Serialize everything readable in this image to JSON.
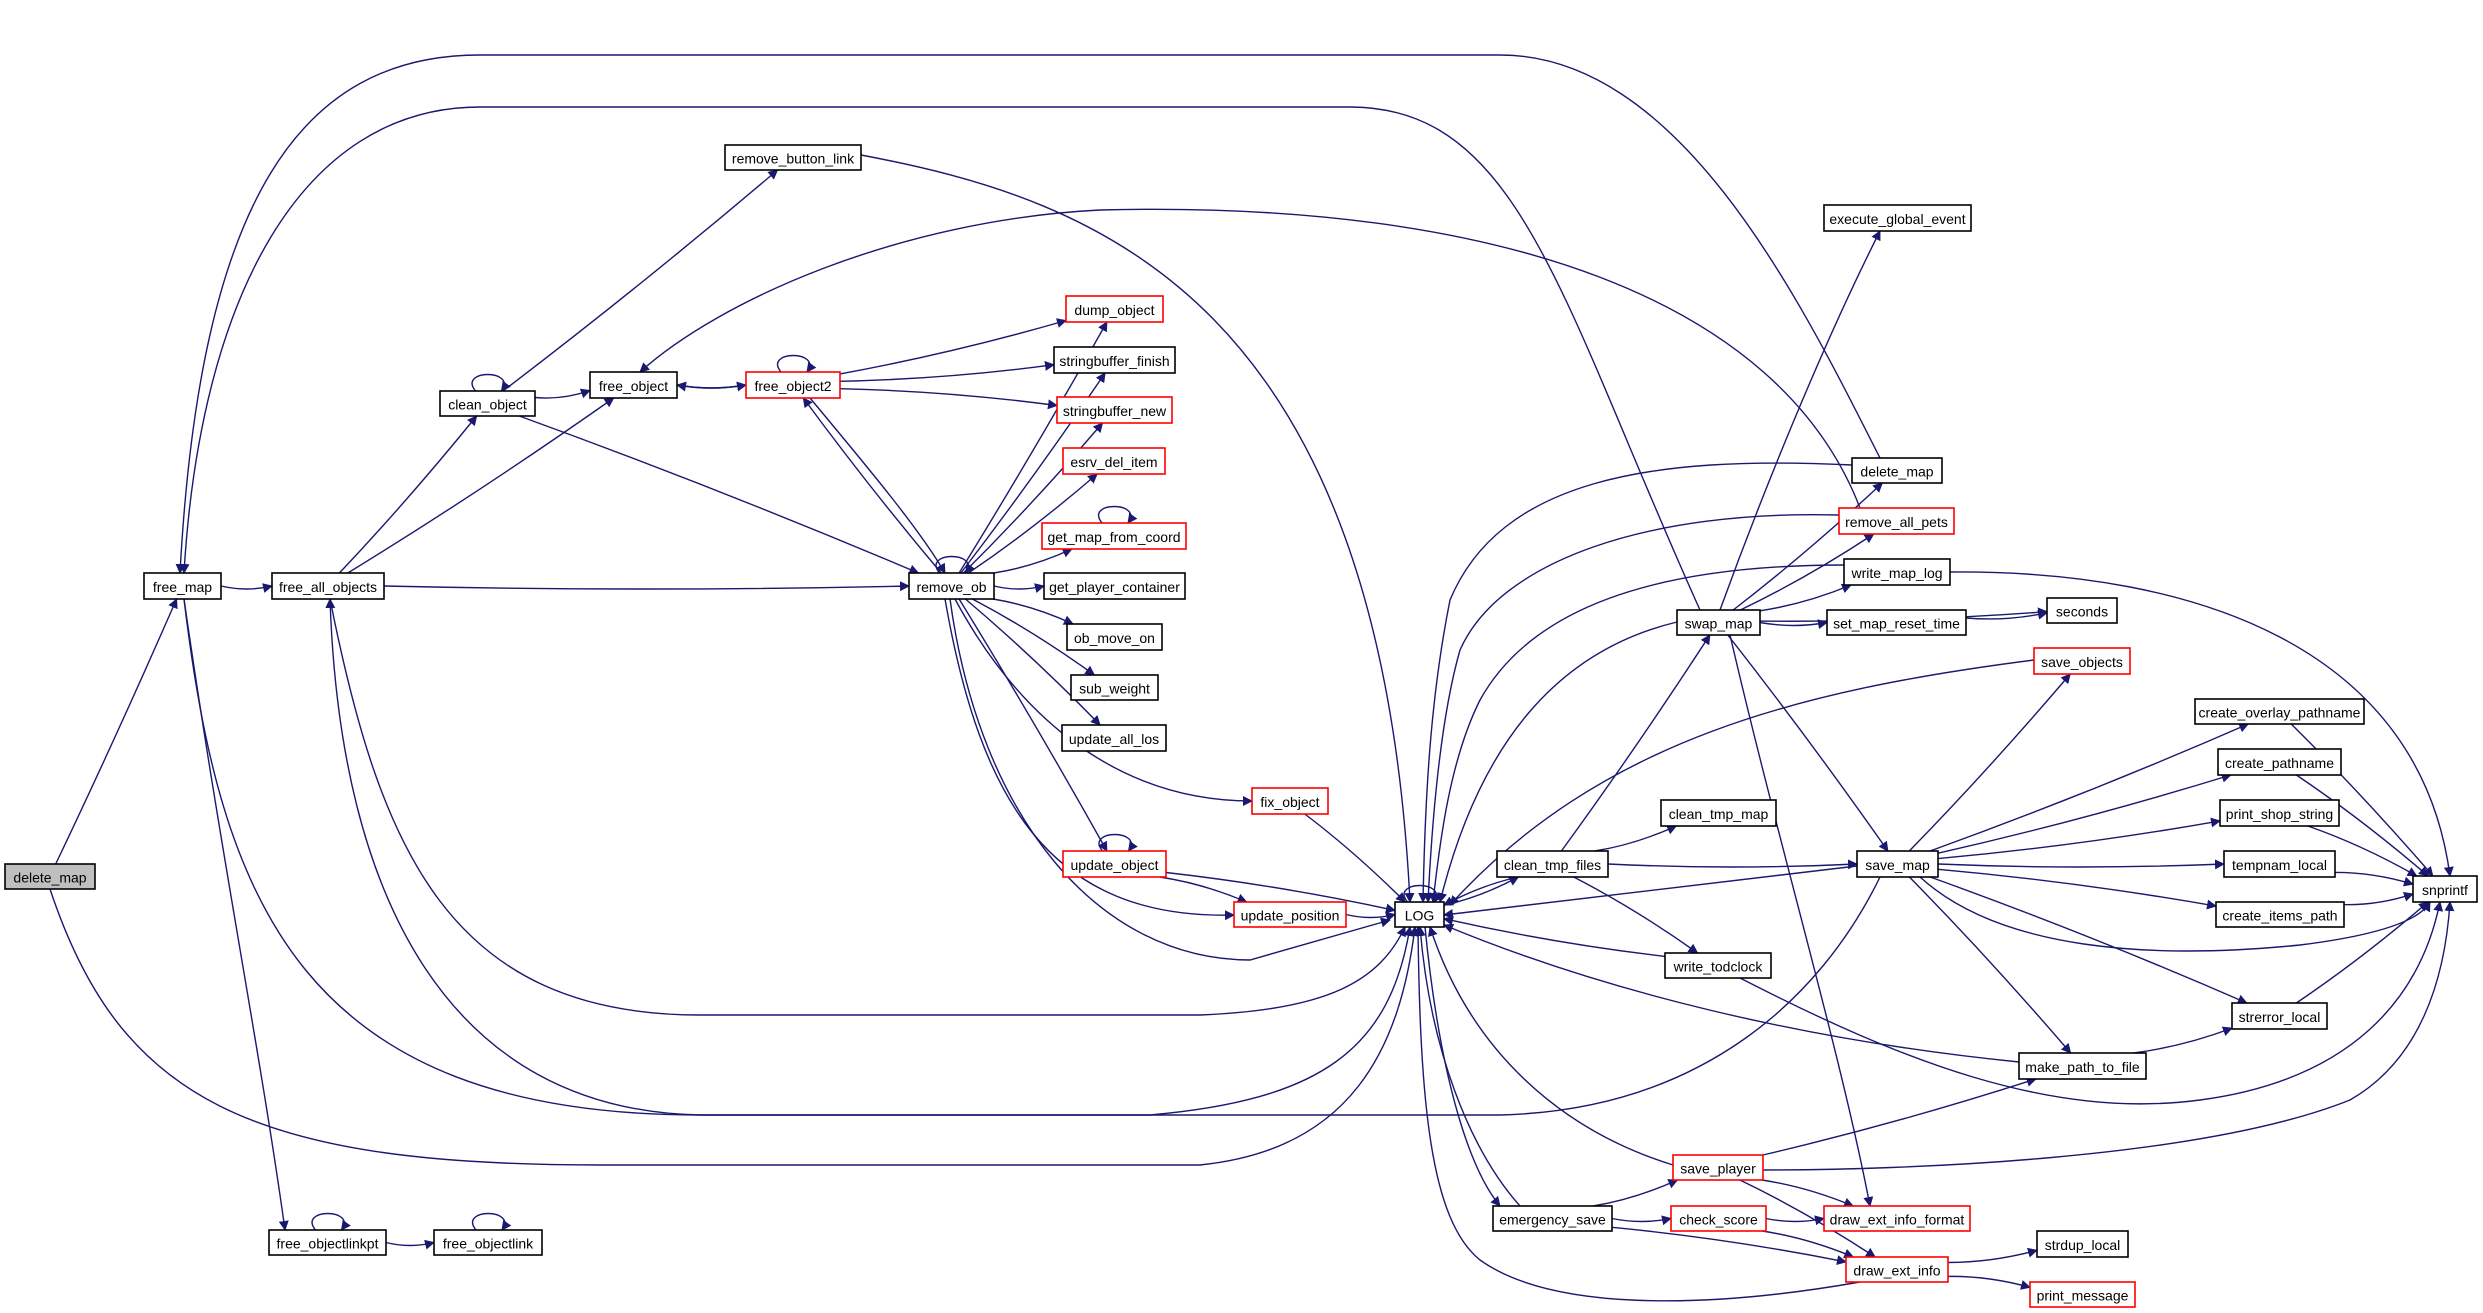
{
  "title": "Call graph: delete_map",
  "colors": {
    "edge": "#191970",
    "root_fill": "#bfbfbf",
    "node_border": "#000000",
    "truncated_border": "#ff0000"
  },
  "nodes": {
    "delete_map_root": {
      "label": "delete_map",
      "style": "root"
    },
    "free_map": {
      "label": "free_map",
      "style": "black"
    },
    "free_all_objects": {
      "label": "free_all_objects",
      "style": "black"
    },
    "clean_object": {
      "label": "clean_object",
      "style": "black"
    },
    "free_object": {
      "label": "free_object",
      "style": "black"
    },
    "free_object2": {
      "label": "free_object2",
      "style": "red"
    },
    "remove_button_link": {
      "label": "remove_button_link",
      "style": "black"
    },
    "remove_ob": {
      "label": "remove_ob",
      "style": "black"
    },
    "dump_object": {
      "label": "dump_object",
      "style": "red"
    },
    "stringbuffer_finish": {
      "label": "stringbuffer_finish",
      "style": "black"
    },
    "stringbuffer_new": {
      "label": "stringbuffer_new",
      "style": "red"
    },
    "esrv_del_item": {
      "label": "esrv_del_item",
      "style": "red"
    },
    "get_map_from_coord": {
      "label": "get_map_from_coord",
      "style": "red"
    },
    "get_player_container": {
      "label": "get_player_container",
      "style": "black"
    },
    "ob_move_on": {
      "label": "ob_move_on",
      "style": "black"
    },
    "sub_weight": {
      "label": "sub_weight",
      "style": "black"
    },
    "update_all_los": {
      "label": "update_all_los",
      "style": "black"
    },
    "fix_object": {
      "label": "fix_object",
      "style": "red"
    },
    "update_object": {
      "label": "update_object",
      "style": "red"
    },
    "update_position": {
      "label": "update_position",
      "style": "red"
    },
    "LOG": {
      "label": "LOG",
      "style": "black"
    },
    "clean_tmp_files": {
      "label": "clean_tmp_files",
      "style": "black"
    },
    "clean_tmp_map": {
      "label": "clean_tmp_map",
      "style": "black"
    },
    "write_todclock": {
      "label": "write_todclock",
      "style": "black"
    },
    "swap_map": {
      "label": "swap_map",
      "style": "black"
    },
    "execute_global_event": {
      "label": "execute_global_event",
      "style": "black"
    },
    "delete_map": {
      "label": "delete_map",
      "style": "black"
    },
    "remove_all_pets": {
      "label": "remove_all_pets",
      "style": "red"
    },
    "write_map_log": {
      "label": "write_map_log",
      "style": "black"
    },
    "set_map_reset_time": {
      "label": "set_map_reset_time",
      "style": "black"
    },
    "seconds": {
      "label": "seconds",
      "style": "black"
    },
    "save_objects": {
      "label": "save_objects",
      "style": "red"
    },
    "save_map": {
      "label": "save_map",
      "style": "black"
    },
    "create_overlay_pathname": {
      "label": "create_overlay_pathname",
      "style": "black"
    },
    "create_pathname": {
      "label": "create_pathname",
      "style": "black"
    },
    "print_shop_string": {
      "label": "print_shop_string",
      "style": "black"
    },
    "tempnam_local": {
      "label": "tempnam_local",
      "style": "black"
    },
    "create_items_path": {
      "label": "create_items_path",
      "style": "black"
    },
    "snprintf": {
      "label": "snprintf",
      "style": "black"
    },
    "strerror_local": {
      "label": "strerror_local",
      "style": "black"
    },
    "make_path_to_file": {
      "label": "make_path_to_file",
      "style": "black"
    },
    "save_player": {
      "label": "save_player",
      "style": "red"
    },
    "emergency_save": {
      "label": "emergency_save",
      "style": "black"
    },
    "check_score": {
      "label": "check_score",
      "style": "red"
    },
    "draw_ext_info_format": {
      "label": "draw_ext_info_format",
      "style": "red"
    },
    "draw_ext_info": {
      "label": "draw_ext_info",
      "style": "red"
    },
    "strdup_local": {
      "label": "strdup_local",
      "style": "black"
    },
    "print_message": {
      "label": "print_message",
      "style": "red"
    },
    "free_objectlinkpt": {
      "label": "free_objectlinkpt",
      "style": "black"
    },
    "free_objectlink": {
      "label": "free_objectlink",
      "style": "black"
    }
  },
  "edges": [
    [
      "delete_map_root",
      "free_map"
    ],
    [
      "delete_map_root",
      "LOG"
    ],
    [
      "free_map",
      "free_all_objects"
    ],
    [
      "free_map",
      "free_objectlinkpt"
    ],
    [
      "free_map",
      "LOG"
    ],
    [
      "free_all_objects",
      "clean_object"
    ],
    [
      "free_all_objects",
      "free_object"
    ],
    [
      "free_all_objects",
      "remove_ob"
    ],
    [
      "free_all_objects",
      "LOG"
    ],
    [
      "clean_object",
      "clean_object"
    ],
    [
      "clean_object",
      "free_object"
    ],
    [
      "clean_object",
      "remove_button_link"
    ],
    [
      "clean_object",
      "remove_ob"
    ],
    [
      "free_object",
      "free_object2"
    ],
    [
      "free_object2",
      "free_object"
    ],
    [
      "free_object2",
      "free_object2"
    ],
    [
      "free_object2",
      "dump_object"
    ],
    [
      "free_object2",
      "stringbuffer_finish"
    ],
    [
      "free_object2",
      "stringbuffer_new"
    ],
    [
      "free_object2",
      "remove_ob"
    ],
    [
      "remove_button_link",
      "LOG"
    ],
    [
      "remove_ob",
      "remove_ob"
    ],
    [
      "remove_ob",
      "dump_object"
    ],
    [
      "remove_ob",
      "stringbuffer_finish"
    ],
    [
      "remove_ob",
      "stringbuffer_new"
    ],
    [
      "remove_ob",
      "esrv_del_item"
    ],
    [
      "remove_ob",
      "get_map_from_coord"
    ],
    [
      "remove_ob",
      "get_player_container"
    ],
    [
      "remove_ob",
      "ob_move_on"
    ],
    [
      "remove_ob",
      "sub_weight"
    ],
    [
      "remove_ob",
      "update_all_los"
    ],
    [
      "remove_ob",
      "fix_object"
    ],
    [
      "remove_ob",
      "update_object"
    ],
    [
      "remove_ob",
      "update_position"
    ],
    [
      "remove_ob",
      "LOG"
    ],
    [
      "remove_ob",
      "free_object2"
    ],
    [
      "get_map_from_coord",
      "get_map_from_coord"
    ],
    [
      "update_object",
      "update_object"
    ],
    [
      "update_object",
      "update_position"
    ],
    [
      "update_object",
      "LOG"
    ],
    [
      "fix_object",
      "LOG"
    ],
    [
      "update_position",
      "LOG"
    ],
    [
      "LOG",
      "LOG"
    ],
    [
      "LOG",
      "clean_tmp_files"
    ],
    [
      "LOG",
      "emergency_save"
    ],
    [
      "clean_tmp_files",
      "clean_tmp_map"
    ],
    [
      "clean_tmp_files",
      "save_map"
    ],
    [
      "clean_tmp_files",
      "swap_map"
    ],
    [
      "clean_tmp_files",
      "write_todclock"
    ],
    [
      "clean_tmp_files",
      "LOG"
    ],
    [
      "write_todclock",
      "LOG"
    ],
    [
      "write_todclock",
      "snprintf"
    ],
    [
      "swap_map",
      "execute_global_event"
    ],
    [
      "swap_map",
      "delete_map"
    ],
    [
      "swap_map",
      "remove_all_pets"
    ],
    [
      "swap_map",
      "write_map_log"
    ],
    [
      "swap_map",
      "set_map_reset_time"
    ],
    [
      "swap_map",
      "seconds"
    ],
    [
      "swap_map",
      "save_map"
    ],
    [
      "swap_map",
      "draw_ext_info_format"
    ],
    [
      "swap_map",
      "LOG"
    ],
    [
      "swap_map",
      "free_map"
    ],
    [
      "delete_map",
      "free_map"
    ],
    [
      "delete_map",
      "LOG"
    ],
    [
      "remove_all_pets",
      "free_object"
    ],
    [
      "remove_all_pets",
      "LOG"
    ],
    [
      "write_map_log",
      "snprintf"
    ],
    [
      "write_map_log",
      "LOG"
    ],
    [
      "set_map_reset_time",
      "seconds"
    ],
    [
      "save_objects",
      "LOG"
    ],
    [
      "save_map",
      "save_objects"
    ],
    [
      "save_map",
      "create_overlay_pathname"
    ],
    [
      "save_map",
      "create_pathname"
    ],
    [
      "save_map",
      "print_shop_string"
    ],
    [
      "save_map",
      "tempnam_local"
    ],
    [
      "save_map",
      "create_items_path"
    ],
    [
      "save_map",
      "snprintf"
    ],
    [
      "save_map",
      "strerror_local"
    ],
    [
      "save_map",
      "make_path_to_file"
    ],
    [
      "save_map",
      "LOG"
    ],
    [
      "save_map",
      "free_all_objects"
    ],
    [
      "create_overlay_pathname",
      "snprintf"
    ],
    [
      "create_pathname",
      "snprintf"
    ],
    [
      "print_shop_string",
      "snprintf"
    ],
    [
      "tempnam_local",
      "snprintf"
    ],
    [
      "create_items_path",
      "snprintf"
    ],
    [
      "strerror_local",
      "snprintf"
    ],
    [
      "make_path_to_file",
      "strerror_local"
    ],
    [
      "make_path_to_file",
      "LOG"
    ],
    [
      "save_player",
      "make_path_to_file"
    ],
    [
      "save_player",
      "snprintf"
    ],
    [
      "save_player",
      "draw_ext_info_format"
    ],
    [
      "save_player",
      "draw_ext_info"
    ],
    [
      "save_player",
      "LOG"
    ],
    [
      "emergency_save",
      "save_player"
    ],
    [
      "emergency_save",
      "check_score"
    ],
    [
      "emergency_save",
      "draw_ext_info"
    ],
    [
      "emergency_save",
      "LOG"
    ],
    [
      "check_score",
      "draw_ext_info_format"
    ],
    [
      "check_score",
      "draw_ext_info"
    ],
    [
      "draw_ext_info",
      "strdup_local"
    ],
    [
      "draw_ext_info",
      "print_message"
    ],
    [
      "draw_ext_info",
      "LOG"
    ],
    [
      "free_objectlinkpt",
      "free_objectlinkpt"
    ],
    [
      "free_objectlinkpt",
      "free_objectlink"
    ],
    [
      "free_objectlink",
      "free_objectlink"
    ]
  ]
}
